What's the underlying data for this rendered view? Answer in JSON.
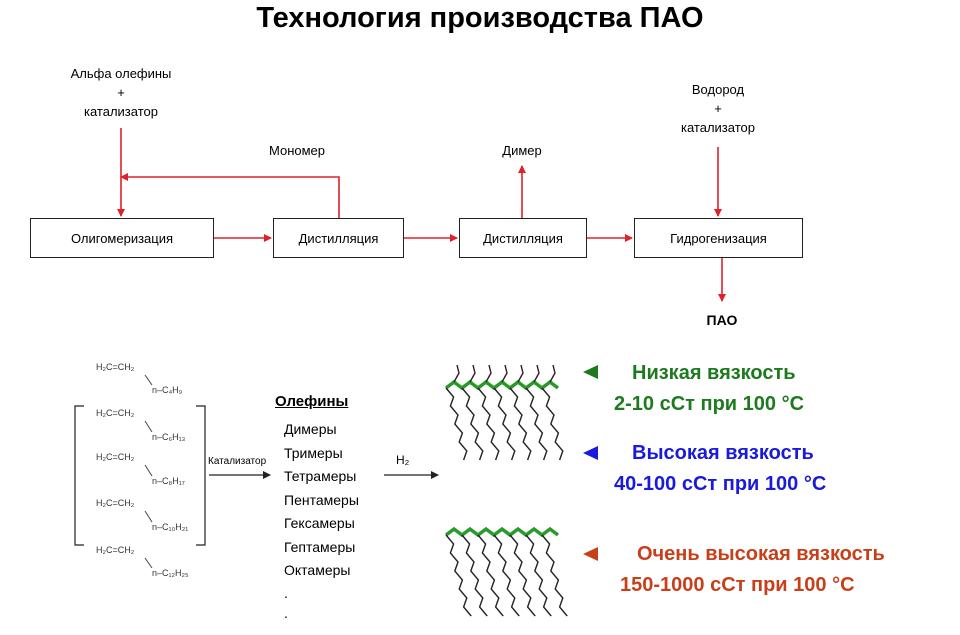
{
  "title": "Технология производства ПАО",
  "process": {
    "boxes": {
      "oligomerization": "Олигомеризация",
      "distillation_1": "Дистилляция",
      "distillation_2": "Дистилляция",
      "hydrogenation": "Гидрогенизация"
    },
    "inputs": {
      "alpha_olefins_line1": "Альфа олефины",
      "alpha_olefins_line2": "+",
      "alpha_olefins_line3": "катализатор",
      "hydrogen_line1": "Водород",
      "hydrogen_line2": "+",
      "hydrogen_line3": "катализатор"
    },
    "streams": {
      "monomer": "Мономер",
      "dimer": "Димер",
      "product": "ПАО"
    }
  },
  "reaction": {
    "monomers": [
      {
        "formula": "H₂C=CH₂",
        "chain": "n–C₄H₉"
      },
      {
        "formula": "H₂C=CH₂",
        "chain": "n–C₆H₁₃"
      },
      {
        "formula": "H₂C=CH₂",
        "chain": "n–C₈H₁₇"
      },
      {
        "formula": "H₂C=CH₂",
        "chain": "n–C₁₀H₂₁"
      },
      {
        "formula": "H₂C=CH₂",
        "chain": "n–C₁₂H₂₅"
      }
    ],
    "catalyst_label": "Катализатор",
    "olefins_header": "Олефины",
    "olefins": [
      "Димеры",
      "Тримеры",
      "Тетрамеры",
      "Пентамеры",
      "Гексамеры",
      "Гептамеры",
      "Октамеры",
      ".",
      "."
    ],
    "h2_label": "H₂"
  },
  "viscosity": [
    {
      "name": "Низкая вязкость",
      "range": "2-10 сСт при 100 °C",
      "color": "#1e7a1e"
    },
    {
      "name": "Высокая вязкость",
      "range": "40-100 сСт при 100 °C",
      "color": "#1a1adc"
    },
    {
      "name": "Очень высокая вязкость",
      "range": "150-1000 сСт при 100 °C",
      "color": "#c8401a"
    }
  ],
  "colors": {
    "flow_arrow": "#e0202a",
    "backbone": "#2a9a2a"
  }
}
